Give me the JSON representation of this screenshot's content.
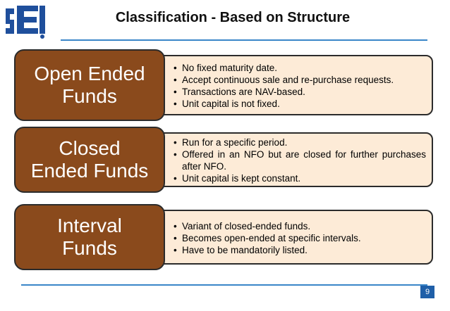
{
  "slide": {
    "logo_text": "SEBI",
    "title": "Classification - Based on Structure",
    "page_number": "9"
  },
  "colors": {
    "label_fill": "#8a4a1c",
    "desc_fill": "#fdebd7",
    "rule": "#3a86c8",
    "page_badge": "#1f5fa8"
  },
  "items": [
    {
      "label": "Open Ended\nFunds",
      "bullets": [
        "No fixed maturity date.",
        "Accept continuous sale and re-purchase requests.",
        "Transactions are NAV-based.",
        "Unit capital is not fixed."
      ]
    },
    {
      "label": "Closed\nEnded Funds",
      "bullets": [
        "Run for a specific period.",
        "Offered in an NFO but are closed for further purchases after NFO.",
        "Unit capital is kept constant."
      ]
    },
    {
      "label": "Interval\nFunds",
      "bullets": [
        "Variant of closed-ended funds.",
        "Becomes open-ended at specific intervals.",
        "Have to be mandatorily listed."
      ]
    }
  ]
}
